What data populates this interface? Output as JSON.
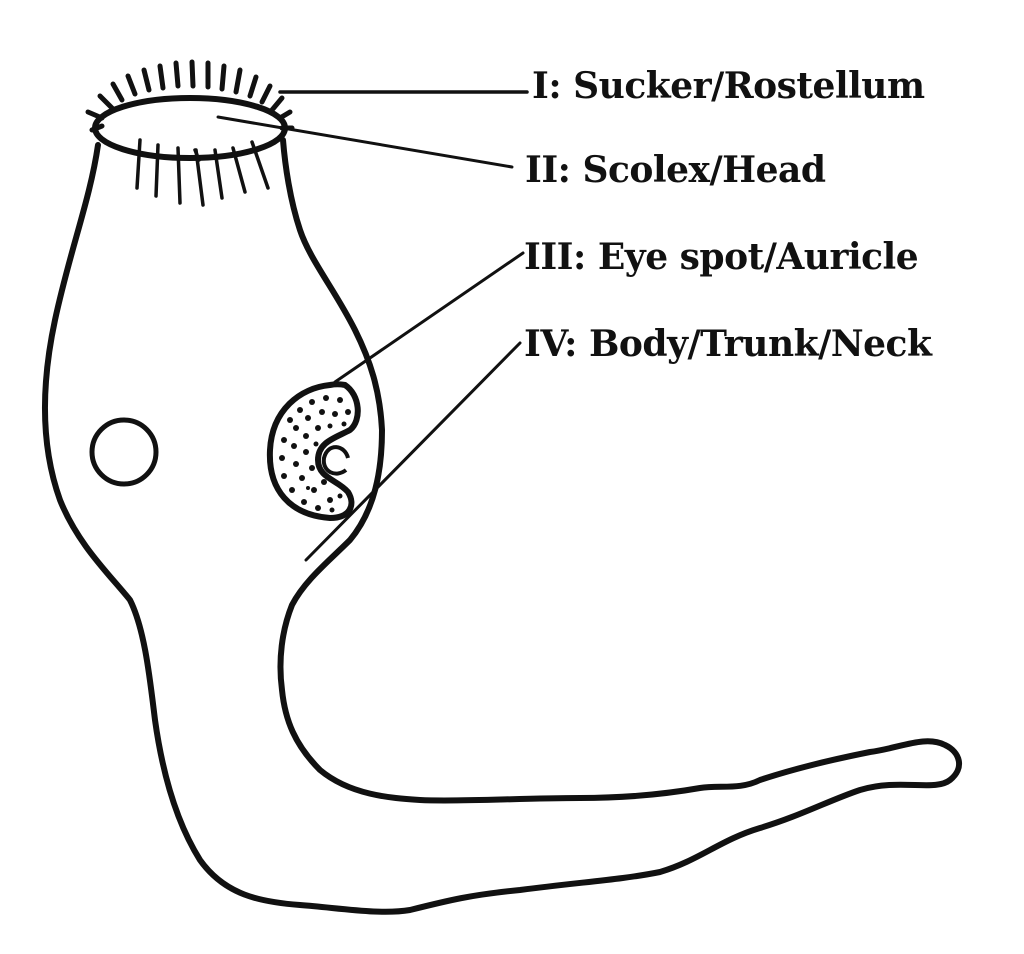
{
  "diagram": {
    "subject": "Tapeworm-like larva anatomy",
    "labels": [
      {
        "id": "I",
        "text": "I: Sucker/Rostellum"
      },
      {
        "id": "II",
        "text": "II: Scolex/Head"
      },
      {
        "id": "III",
        "text": "III: Eye spot/Auricle"
      },
      {
        "id": "IV",
        "text": "IV: Body/Trunk/Neck"
      }
    ],
    "colors": {
      "stroke": "#111111",
      "background": "#ffffff"
    }
  }
}
